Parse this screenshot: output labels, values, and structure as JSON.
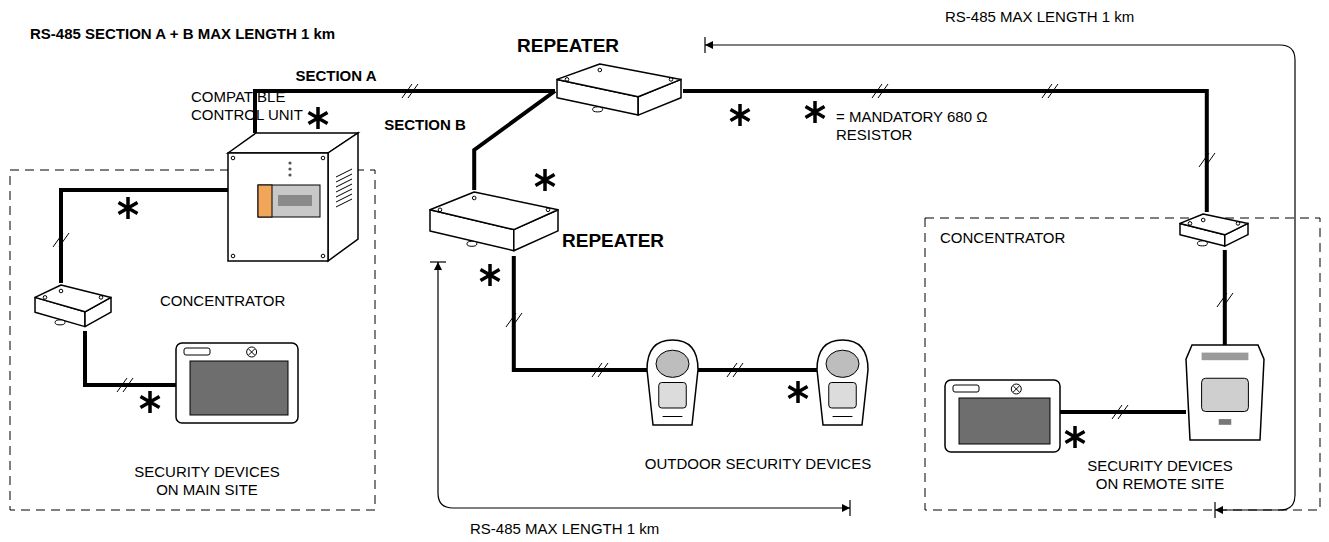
{
  "diagram": {
    "nodes": [
      {
        "text": [
          "COMPATIBLE CONTROL UNIT"
        ]
      },
      {
        "text": [
          "REPEATER"
        ]
      },
      {
        "text": [
          "REPEATER"
        ]
      },
      {
        "text": [
          "CONCENTRATOR"
        ]
      },
      {
        "text": [
          "SECURITY DEVICES ON MAIN SITE"
        ]
      },
      {
        "text": [
          "OUTDOOR SECURITY DEVICES"
        ]
      },
      {
        "text": [
          "CONCENTRATOR"
        ]
      },
      {
        "text": [
          "SECURITY DEVICES ON REMOTE SITE"
        ]
      }
    ],
    "edges": [
      {
        "from": 0,
        "to": 1,
        "arrow": "none",
        "label": "SECTION A"
      },
      {
        "from": 1,
        "to": 2,
        "arrow": "none",
        "label": "SECTION B"
      },
      {
        "from": 0,
        "to": 3,
        "arrow": "none"
      },
      {
        "from": 3,
        "to": 4,
        "arrow": "none"
      },
      {
        "from": 1,
        "to": 6,
        "arrow": "none"
      },
      {
        "from": 2,
        "to": 5,
        "arrow": "none"
      },
      {
        "from": 6,
        "to": 7,
        "arrow": "none"
      }
    ],
    "labels": [
      "RS-485 SECTION A + B MAX LENGTH 1 km",
      "RS-485 MAX LENGTH 1 km",
      "RS-485 MAX LENGTH 1 km"
    ],
    "legend": [
      {
        "text": "= MANDATORY 680 Ω RESISTOR"
      }
    ]
  }
}
